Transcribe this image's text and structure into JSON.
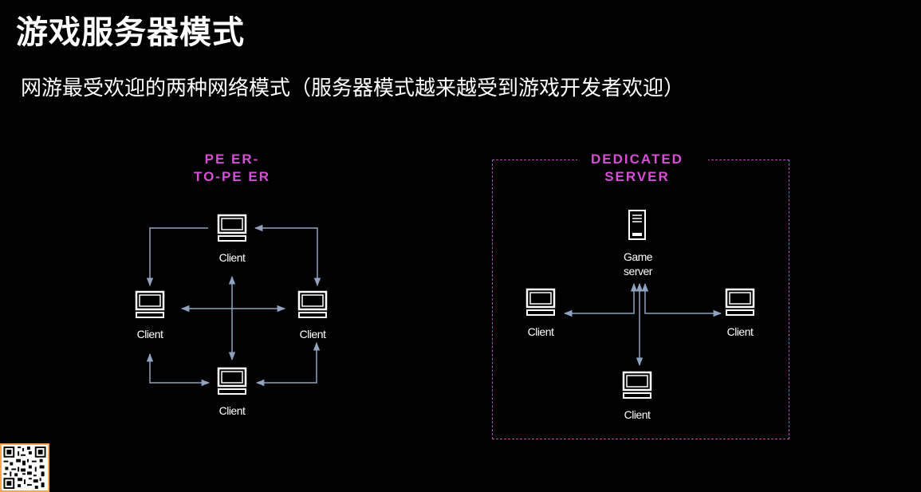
{
  "slide": {
    "title": "游戏服务器模式",
    "subtitle": "网游最受欢迎的两种网络模式（服务器模式越来越受到游戏开发者欢迎）"
  },
  "peer_to_peer": {
    "heading_line1": "PE ER-",
    "heading_line2": "TO-PE ER",
    "nodes": {
      "top": "Client",
      "left": "Client",
      "right": "Client",
      "bottom": "Client"
    }
  },
  "dedicated_server": {
    "heading_line1": "DEDICATED",
    "heading_line2": "SERVER",
    "server_line1": "Game",
    "server_line2": "server",
    "nodes": {
      "left": "Client",
      "right": "Client",
      "bottom": "Client"
    }
  },
  "colors": {
    "heading_accent": "#d64fd6",
    "box_border": "#b54ab5",
    "arrow": "#8fa2bf",
    "background": "#000000",
    "qr_border": "#f7a648"
  },
  "icons": {
    "client": "computer-monitor-icon",
    "server": "server-tower-icon",
    "qr": "qr-code-icon"
  }
}
